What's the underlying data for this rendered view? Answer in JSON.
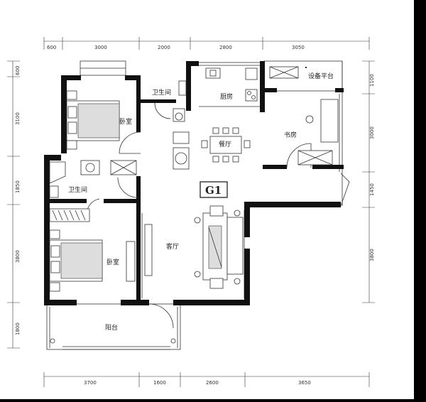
{
  "plan": {
    "code": "G1",
    "rooms": {
      "bedroom_top": "卧室",
      "bathroom_top": "卫生间",
      "kitchen": "厨房",
      "equipment_platform": "设备平台",
      "study": "书房",
      "dining": "餐厅",
      "bathroom_left": "卫生间",
      "living": "客厅",
      "bedroom_bottom": "卧室",
      "balcony": "阳台"
    },
    "dims_top": [
      "600",
      "3000",
      "2000",
      "2800",
      "3050"
    ],
    "dims_bottom": [
      "3700",
      "1600",
      "2600",
      "3650"
    ],
    "dims_left": [
      "600",
      "3100",
      "1850",
      "3800",
      "1800"
    ],
    "dims_right": [
      "1100",
      "3000",
      "1450",
      "3800"
    ]
  }
}
